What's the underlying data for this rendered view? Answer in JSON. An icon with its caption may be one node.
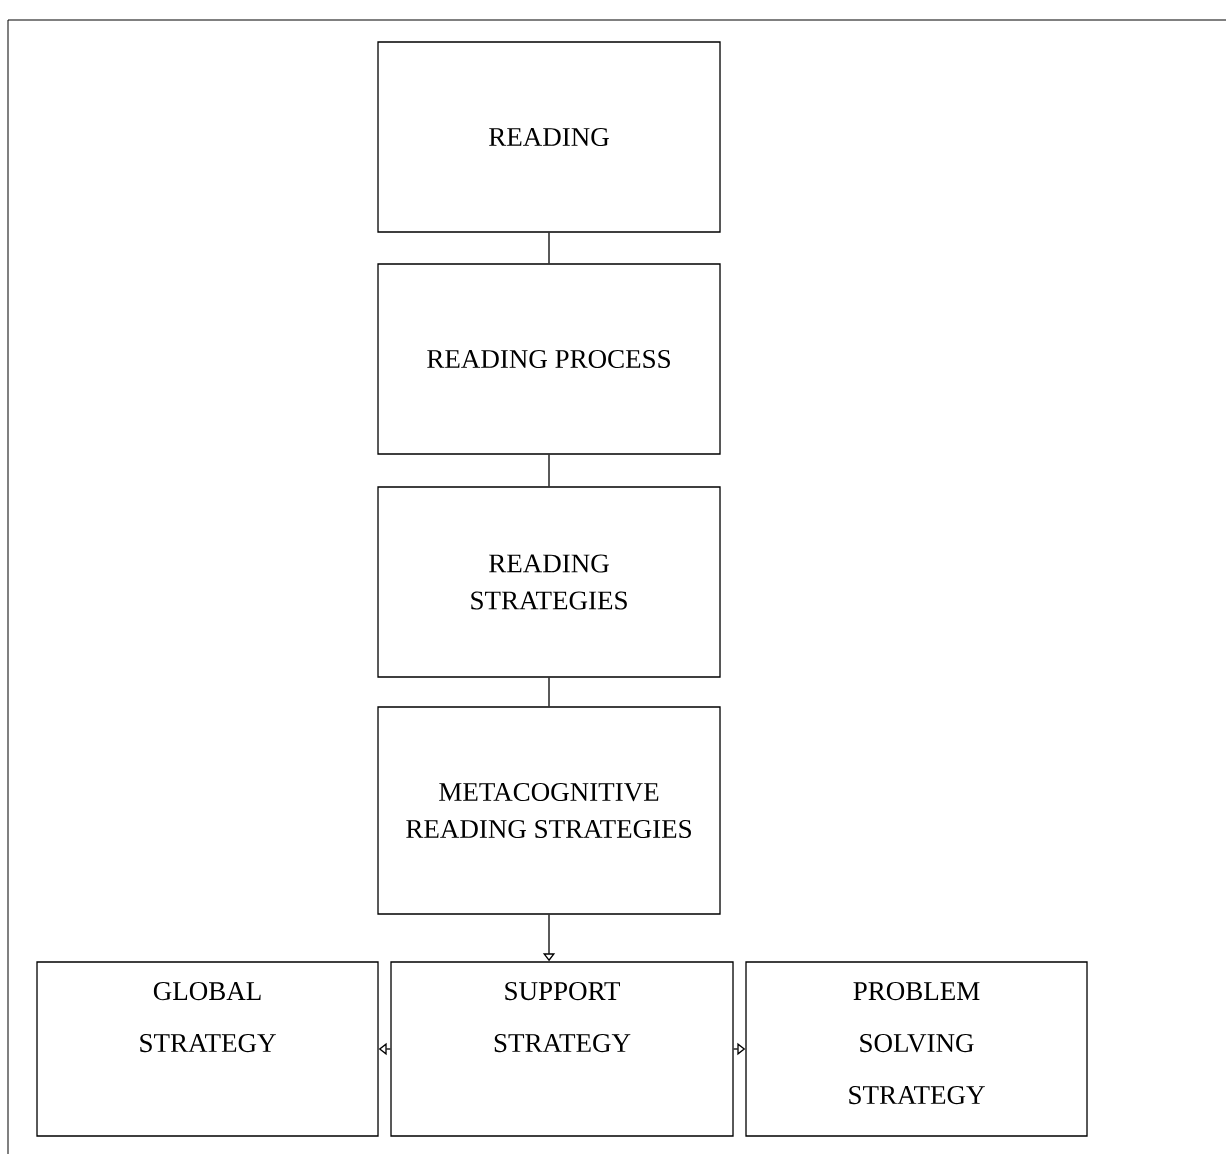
{
  "diagram": {
    "nodes": [
      {
        "text": [
          "READING"
        ]
      },
      {
        "text": [
          "READING PROCESS"
        ]
      },
      {
        "text": [
          "READING STRATEGIES"
        ]
      },
      {
        "text": [
          "METACOGNITIVE READING STRATEGIES"
        ]
      },
      {
        "text": [
          "GLOBAL STRATEGY"
        ]
      },
      {
        "text": [
          "SUPPORT STRATEGY"
        ]
      },
      {
        "text": [
          "PROBLEM SOLVING STRATEGY"
        ]
      }
    ],
    "edges": [
      {
        "from": 0,
        "to": 1,
        "arrow": "none"
      },
      {
        "from": 1,
        "to": 2,
        "arrow": "none"
      },
      {
        "from": 2,
        "to": 3,
        "arrow": "none"
      },
      {
        "from": 3,
        "to": 5,
        "arrow": "to"
      },
      {
        "from": 5,
        "to": 4,
        "arrow": "to"
      },
      {
        "from": 5,
        "to": 6,
        "arrow": "to"
      }
    ]
  }
}
